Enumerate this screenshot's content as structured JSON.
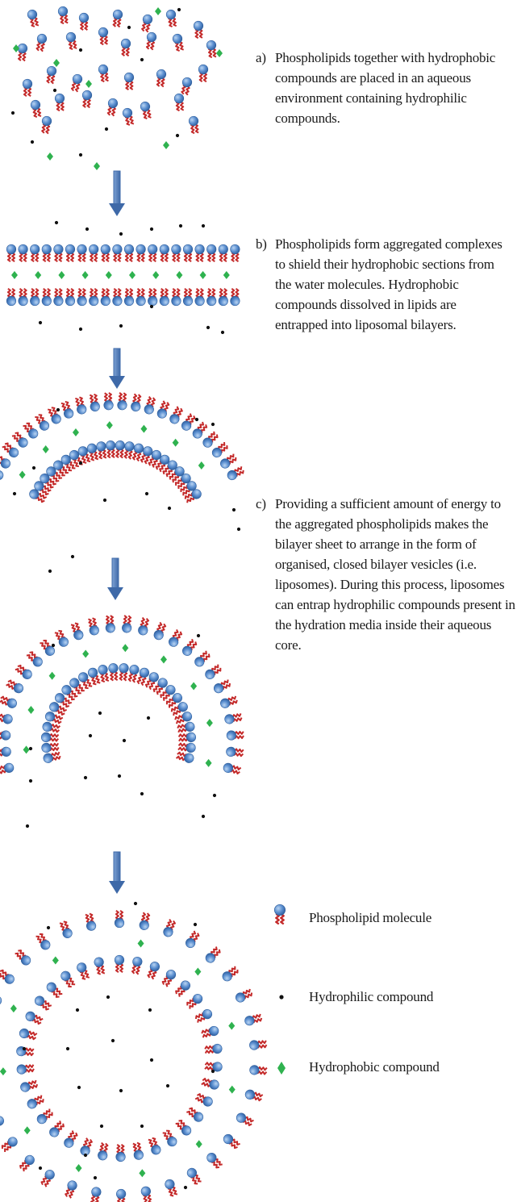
{
  "steps": [
    {
      "label": "a)",
      "text": "Phospholipids together with hydrophobic compounds are placed in an aqueous environment containing hydrophilic compounds."
    },
    {
      "label": "b)",
      "text": "Phospholipids form aggregated complexes to shield their hydrophobic sections from the water molecules. Hydrophobic compounds dissolved in lipids are entrapped into liposomal bilayers."
    },
    {
      "label": "c)",
      "text": "Providing a sufficient amount of energy to the aggregated phospholipids makes the bilayer sheet to arrange in the form of organised, closed bilayer vesicles (i.e. liposomes). During this process, liposomes can entrap hydrophilic compounds present in the hydration media inside their aqueous core."
    }
  ],
  "legend": [
    {
      "icon": "phospholipid-icon",
      "label": "Phospholipid molecule"
    },
    {
      "icon": "hydrophilic-dot-icon",
      "label": "Hydrophilic compound"
    },
    {
      "icon": "hydrophobic-diamond-icon",
      "label": "Hydrophobic compound"
    }
  ],
  "colors": {
    "head": "#5b8fd0",
    "head_dark": "#2f5f9e",
    "tail": "#c42a2a",
    "hydrophobic": "#2fb24f",
    "hydrophilic": "#111111",
    "arrow": "#3e69a8"
  }
}
